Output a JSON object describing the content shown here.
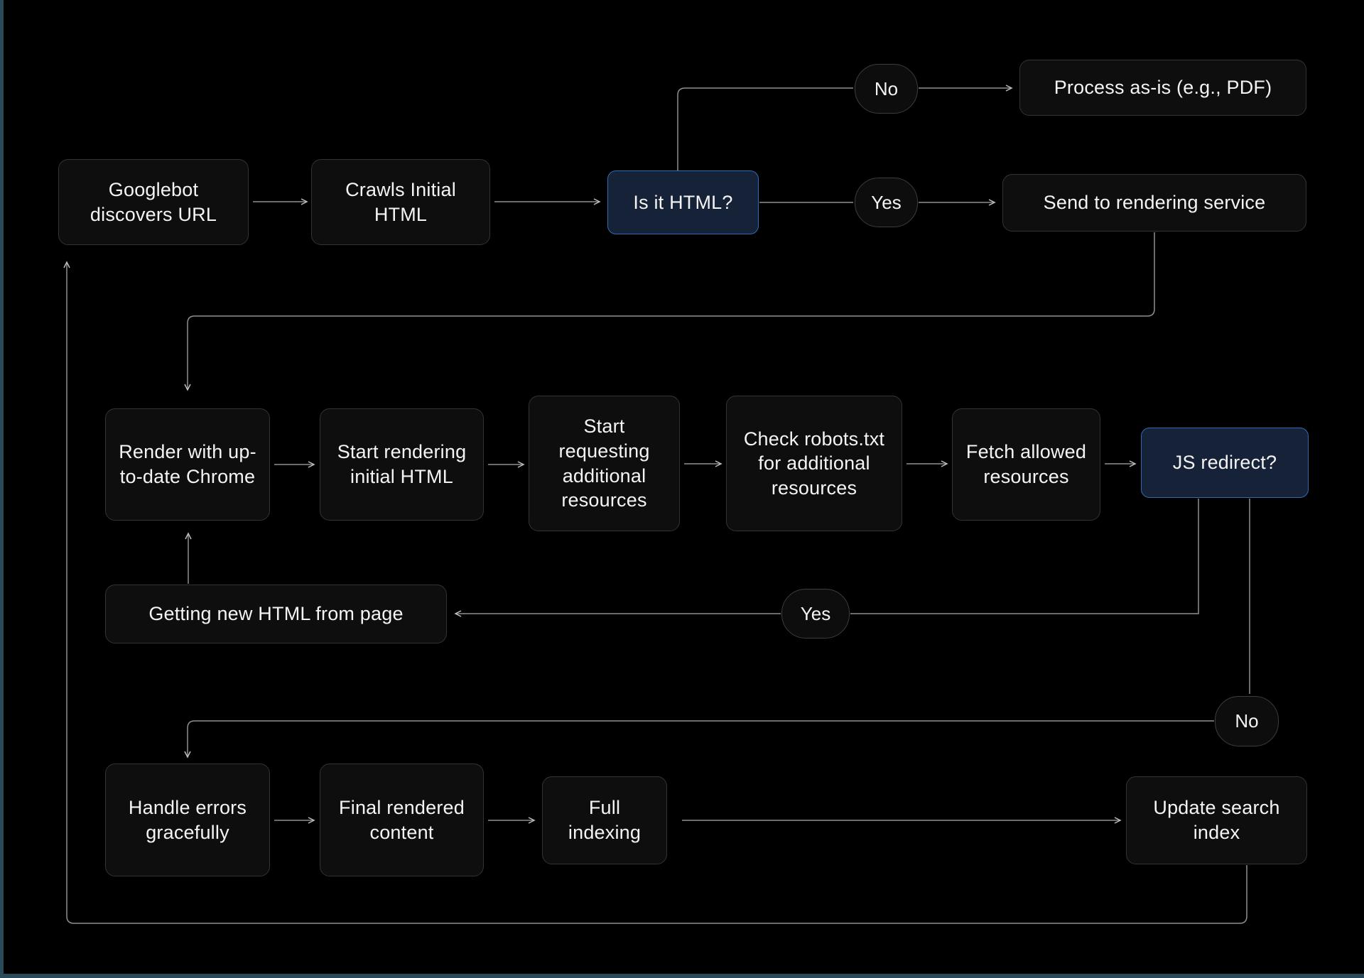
{
  "diagram": {
    "type": "flowchart",
    "topic": "Googlebot crawling and rendering pipeline"
  },
  "nodes": {
    "googlebot": {
      "label": "Googlebot discovers URL"
    },
    "crawls": {
      "label": "Crawls Initial HTML"
    },
    "is_html": {
      "label": "Is it HTML?"
    },
    "process_as_is": {
      "label": "Process as-is (e.g., PDF)"
    },
    "send_rendering": {
      "label": "Send to rendering service"
    },
    "render_chrome": {
      "label": "Render with up-to-date Chrome"
    },
    "start_rendering": {
      "label": "Start rendering initial HTML"
    },
    "start_requesting": {
      "label": "Start requesting additional resources"
    },
    "check_robots": {
      "label": "Check robots.txt for additional resources"
    },
    "fetch_allowed": {
      "label": "Fetch allowed resources"
    },
    "js_redirect": {
      "label": "JS redirect?"
    },
    "getting_new_html": {
      "label": "Getting new HTML from page"
    },
    "handle_errors": {
      "label": "Handle errors gracefully"
    },
    "final_rendered": {
      "label": "Final rendered content"
    },
    "full_indexing": {
      "label": "Full indexing"
    },
    "update_search": {
      "label": "Update search index"
    }
  },
  "edge_labels": {
    "no_top": "No",
    "yes_top": "Yes",
    "yes_loop": "Yes",
    "no_bottom": "No"
  },
  "edges": [
    {
      "from": "googlebot",
      "to": "crawls"
    },
    {
      "from": "crawls",
      "to": "is_html"
    },
    {
      "from": "is_html",
      "to": "process_as_is",
      "label": "No"
    },
    {
      "from": "is_html",
      "to": "send_rendering",
      "label": "Yes"
    },
    {
      "from": "send_rendering",
      "to": "render_chrome"
    },
    {
      "from": "render_chrome",
      "to": "start_rendering"
    },
    {
      "from": "start_rendering",
      "to": "start_requesting"
    },
    {
      "from": "start_requesting",
      "to": "check_robots"
    },
    {
      "from": "check_robots",
      "to": "fetch_allowed"
    },
    {
      "from": "fetch_allowed",
      "to": "js_redirect"
    },
    {
      "from": "js_redirect",
      "to": "getting_new_html",
      "label": "Yes"
    },
    {
      "from": "getting_new_html",
      "to": "render_chrome"
    },
    {
      "from": "js_redirect",
      "to": "handle_errors",
      "label": "No"
    },
    {
      "from": "handle_errors",
      "to": "final_rendered"
    },
    {
      "from": "final_rendered",
      "to": "full_indexing"
    },
    {
      "from": "full_indexing",
      "to": "update_search"
    },
    {
      "from": "update_search",
      "to": "googlebot"
    }
  ],
  "colors": {
    "background": "#000000",
    "node_bg": "#0e0e0e",
    "node_border": "#333333",
    "decision_bg": "#152238",
    "decision_border": "#2f6cb4",
    "line": "#8f8f8f",
    "text": "#f4f4f4",
    "edge_strip": "#2b4a59"
  }
}
